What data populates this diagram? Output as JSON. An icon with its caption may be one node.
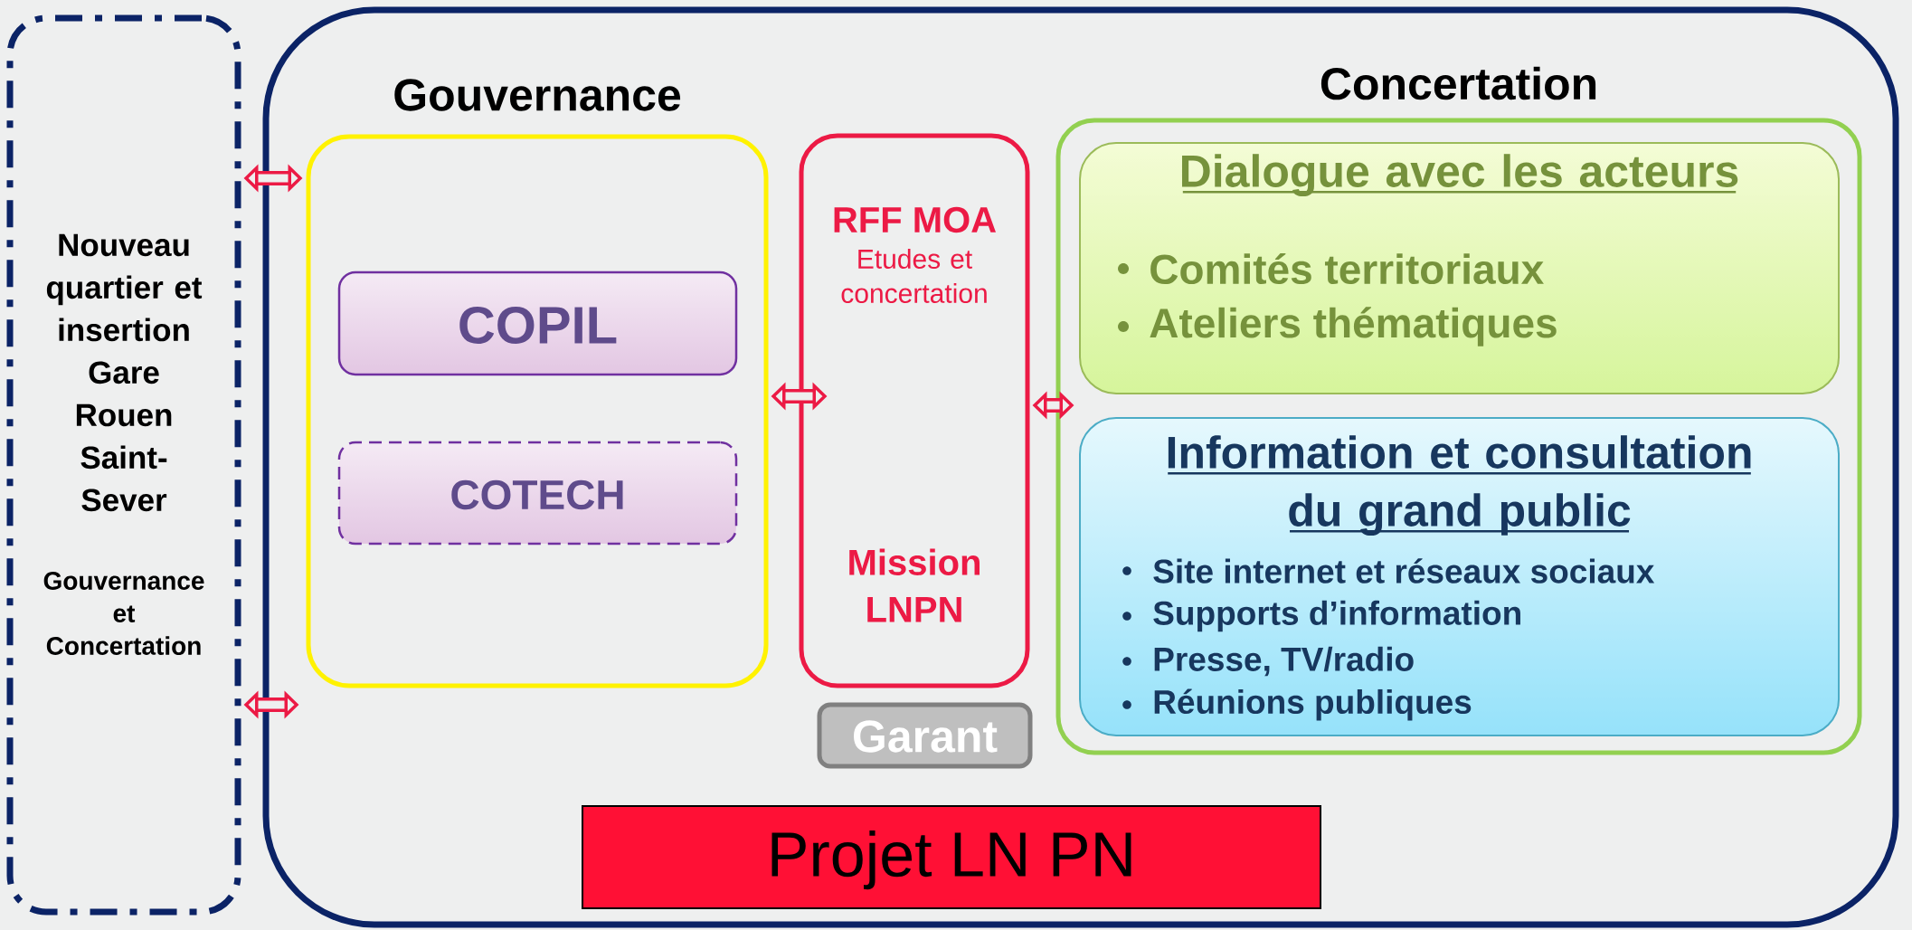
{
  "diagram": {
    "nodes": [
      {
        "text": [
          "Nouveau quartier et insertion Gare Rouen Saint-Sever",
          "Gouvernance et Concertation"
        ]
      },
      {
        "text": [],
        "shape": "box"
      },
      {
        "text": [
          "Gouvernance"
        ],
        "in": 1
      },
      {
        "text": [
          "COPIL"
        ],
        "in": 2
      },
      {
        "text": [
          "COTECH"
        ],
        "in": 2
      },
      {
        "text": [
          "RFF MOA",
          "Etudes et concertation",
          "Mission LNPN"
        ],
        "in": 1
      },
      {
        "text": [
          "Garant"
        ],
        "in": 1
      },
      {
        "text": [
          "Concertation"
        ],
        "in": 1
      },
      {
        "text": [
          "Dialogue avec les acteurs",
          "Comités territoriaux",
          "Ateliers thématiques"
        ],
        "in": 7
      },
      {
        "text": [
          "Information et consultation du grand public",
          "Site internet et réseaux sociaux",
          "Supports d’information",
          "Presse, TV/radio",
          "Réunions publiques"
        ],
        "in": 7
      },
      {
        "text": [
          "Projet LN PN"
        ],
        "in": 1
      }
    ],
    "edges": [
      {
        "from": 0,
        "to": 2,
        "arrow": "both"
      },
      {
        "from": 0,
        "to": 1,
        "arrow": "both"
      },
      {
        "from": 2,
        "to": 5,
        "arrow": "both"
      },
      {
        "from": 5,
        "to": 7,
        "arrow": "both"
      }
    ]
  }
}
